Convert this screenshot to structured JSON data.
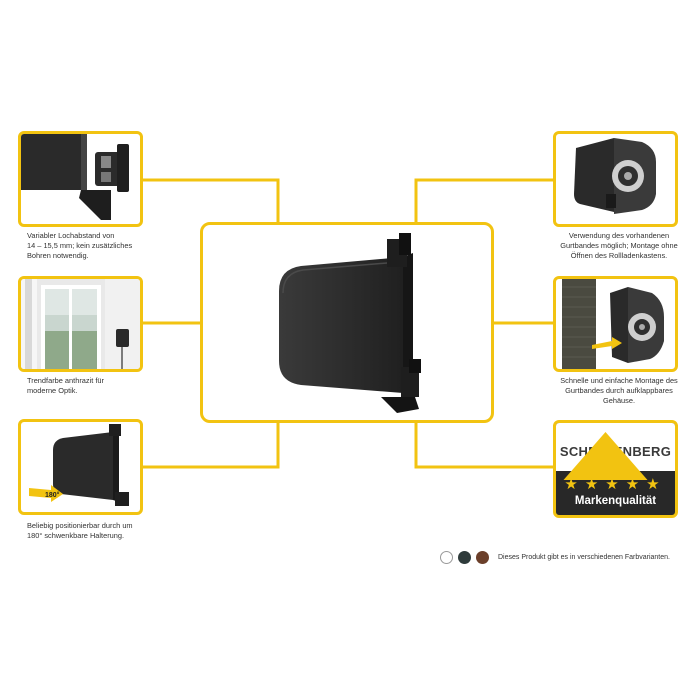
{
  "features": {
    "top_left": {
      "lines": [
        "Variabler Lochabstand von",
        "14 – 15,5 mm; kein zusätzliches",
        "Bohren notwendig."
      ]
    },
    "middle_left": {
      "lines": [
        "Trendfarbe anthrazit für",
        "moderne Optik."
      ]
    },
    "bottom_left": {
      "badge": "180°",
      "lines": [
        "Beliebig positionierbar durch um",
        "180° schwenkbare Halterung."
      ]
    },
    "top_right": {
      "lines": [
        "Verwendung des vorhandenen",
        "Gurtbandes möglich; Montage ohne",
        "Öffnen des Rollladenkastens."
      ]
    },
    "middle_right": {
      "lines": [
        "Schnelle und einfache Montage des",
        "Gurtbandes durch aufklappbares",
        "Gehäuse."
      ]
    }
  },
  "brand": {
    "name": "SCHELLENBERG",
    "stars": "★★★★★",
    "quality": "Markenqualität"
  },
  "variants": {
    "colors": [
      "#ffffff",
      "#2f3b3b",
      "#6b3f2a"
    ],
    "label": "Dieses Produkt gibt es in verschiedenen Farbvarianten."
  },
  "accent_color": "#f2c311"
}
